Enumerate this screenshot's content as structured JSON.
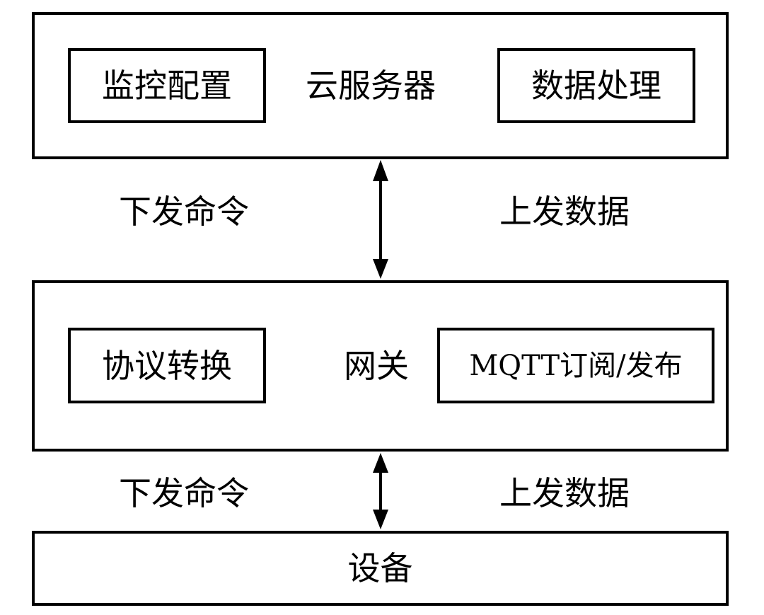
{
  "cloud_server": {
    "title": "云服务器",
    "left_module": "监控配置",
    "right_module": "数据处理"
  },
  "link_upper": {
    "down_label": "下发命令",
    "up_label": "上发数据"
  },
  "gateway": {
    "title": "网关",
    "left_module": "协议转换",
    "right_module": "MQTT订阅/发布"
  },
  "link_lower": {
    "down_label": "下发命令",
    "up_label": "上发数据"
  },
  "device": {
    "title": "设备"
  },
  "colors": {
    "stroke": "#000000",
    "background": "#ffffff"
  }
}
